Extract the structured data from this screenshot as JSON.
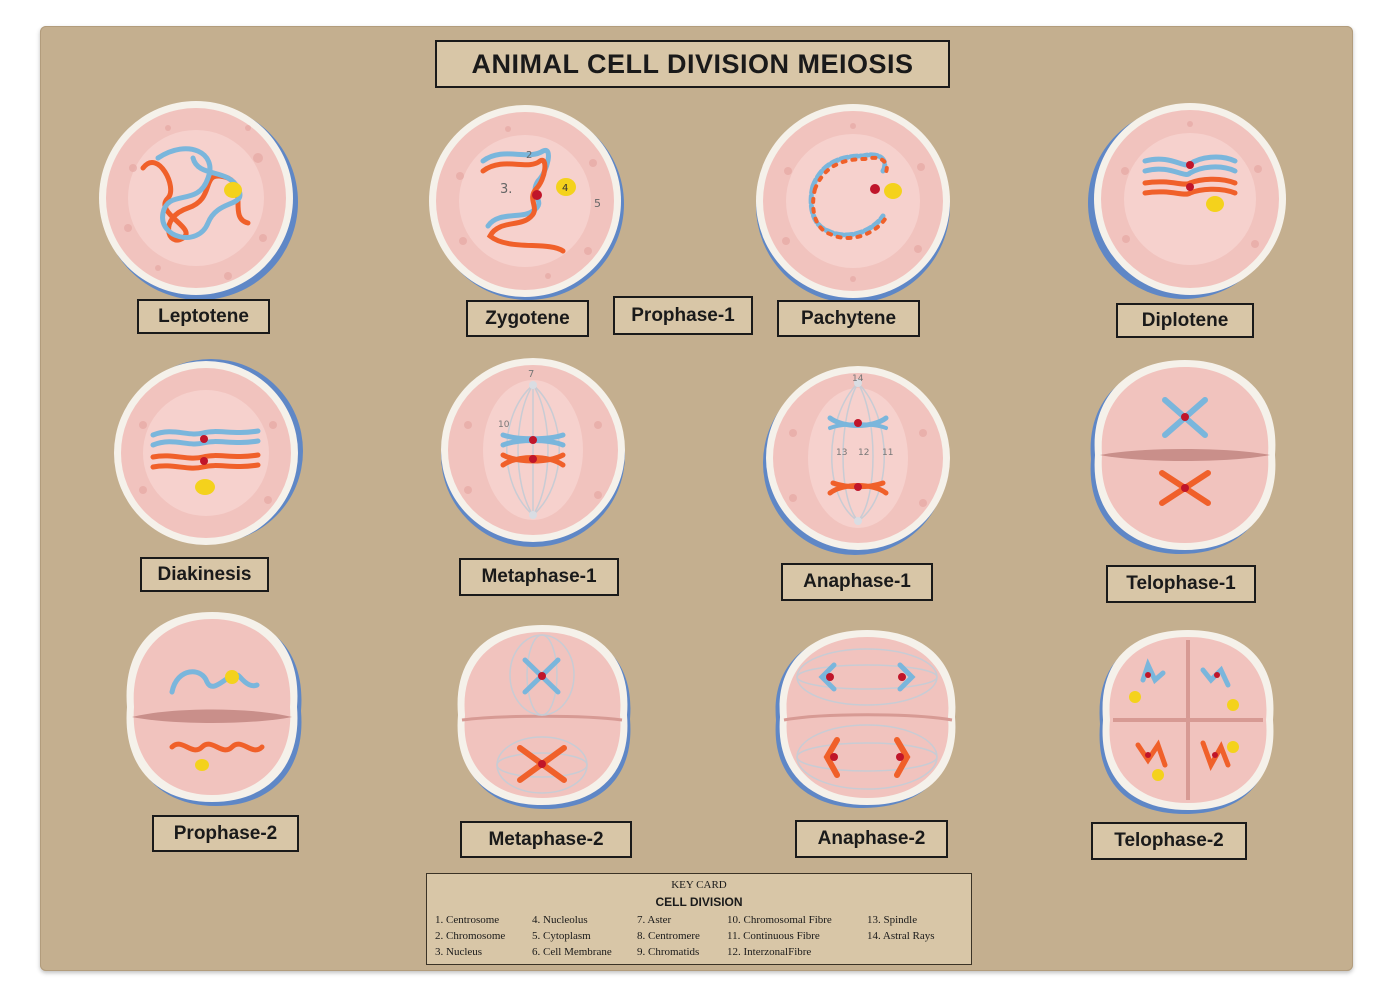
{
  "title": "ANIMAL CELL DIVISION MEIOSIS",
  "stages": [
    "Leptotene",
    "Zygotene",
    "Prophase-1",
    "Pachytene",
    "Diplotene",
    "Diakinesis",
    "Metaphase-1",
    "Anaphase-1",
    "Telophase-1",
    "Prophase-2",
    "Metaphase-2",
    "Anaphase-2",
    "Telophase-2"
  ],
  "model_numbers": {
    "zygotene": [
      "2",
      "3.",
      "4",
      "5"
    ],
    "metaphase_1": [
      "7",
      "10"
    ],
    "anaphase_1": [
      "14",
      "13",
      "12",
      "11"
    ]
  },
  "key_card": {
    "heading": "KEY CARD",
    "subheading": "CELL DIVISION",
    "items": [
      "1. Centrosome",
      "2. Chromosome",
      "3. Nucleus",
      "4. Nucleolus",
      "5. Cytoplasm",
      "6. Cell Membrane",
      "7. Aster",
      "8. Centromere",
      "9. Chromatids",
      "10. Chromosomal Fibre",
      "11. Continuous Fibre",
      "12. InterzonalFibre",
      "13. Spindle",
      "14. Astral Rays"
    ]
  },
  "colors": {
    "board": "#c4af8f",
    "cytoplasm": "#f3c8c3",
    "membrane_rim": "#5f87c6",
    "chromosome_blue": "#7ab6dc",
    "chromosome_orange": "#f0602a",
    "centromere": "#c0152a",
    "nucleolus": "#f4d21c"
  }
}
